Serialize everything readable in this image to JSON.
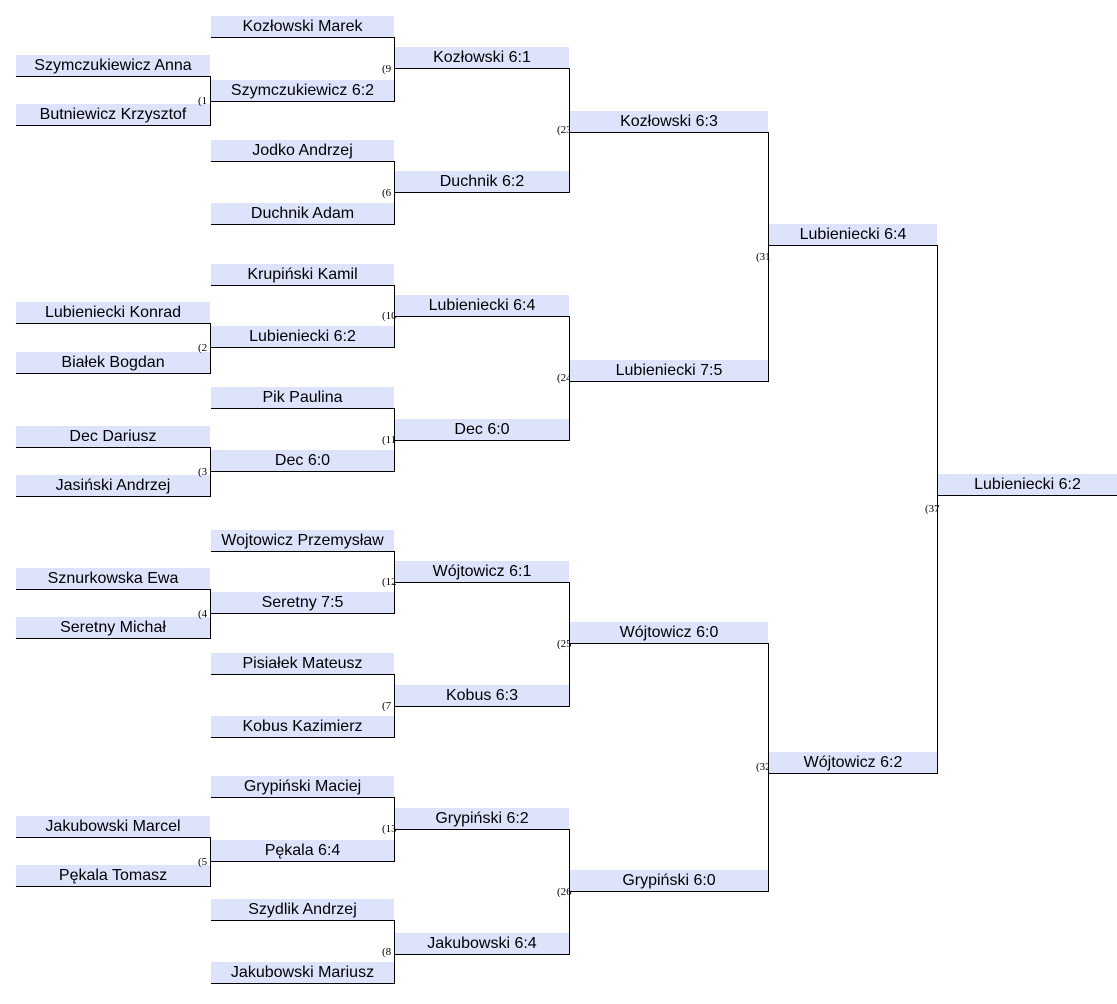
{
  "bracket": {
    "entrants": {
      "e0": "Kozłowski Marek",
      "e1": "Szymczukiewicz Anna",
      "e2": "Butniewicz Krzysztof",
      "e3": "Jodko Andrzej",
      "e4": "Duchnik Adam",
      "e5": "Krupiński Kamil",
      "e6": "Lubieniecki Konrad",
      "e7": "Białek Bogdan",
      "e8": "Pik Paulina",
      "e9": "Dec Dariusz",
      "e10": "Jasiński Andrzej",
      "e11": "Wojtowicz Przemysław",
      "e12": "Sznurkowska Ewa",
      "e13": "Seretny Michał",
      "e14": "Pisiałek Mateusz",
      "e15": "Kobus Kazimierz",
      "e16": "Grypiński Maciej",
      "e17": "Jakubowski Marcel",
      "e18": "Pękala Tomasz",
      "e19": "Szydlik Andrzej",
      "e20": "Jakubowski Mariusz"
    },
    "matches": {
      "m1": {
        "number": "(1",
        "result": "Szymczukiewicz 6:2"
      },
      "m2": {
        "number": "(2",
        "result": "Lubieniecki 6:2"
      },
      "m3": {
        "number": "(3",
        "result": "Dec 6:0"
      },
      "m4": {
        "number": "(4",
        "result": "Seretny 7:5"
      },
      "m5": {
        "number": "(5",
        "result": "Pękala  6:4"
      },
      "m6": {
        "number": "(6",
        "result": "Duchnik 6:2"
      },
      "m7": {
        "number": "(7",
        "result": "Kobus 6:3"
      },
      "m8": {
        "number": "(8",
        "result": "Jakubowski 6:4"
      },
      "m9": {
        "number": "(9",
        "result": "Kozłowski 6:1"
      },
      "m10": {
        "number": "(10",
        "result": "Lubieniecki 6:4"
      },
      "m11": {
        "number": "(11",
        "result": "Dec 6:0"
      },
      "m12": {
        "number": "(12",
        "result": "Wójtowicz 6:1"
      },
      "m13": {
        "number": "(13",
        "result": "Grypiński 6:2"
      },
      "m23": {
        "number": "(23",
        "result": "Kozłowski 6:3"
      },
      "m24": {
        "number": "(24",
        "result": "Lubieniecki 7:5"
      },
      "m25": {
        "number": "(25",
        "result": "Wójtowicz 6:0"
      },
      "m26": {
        "number": "(26",
        "result": "Grypiński 6:0"
      },
      "m31": {
        "number": "(31",
        "result": "Lubieniecki 6:4"
      },
      "m32": {
        "number": "(32",
        "result": "Wójtowicz 6:2"
      },
      "m37": {
        "number": "(37",
        "result": "Lubieniecki 6:2"
      }
    }
  }
}
